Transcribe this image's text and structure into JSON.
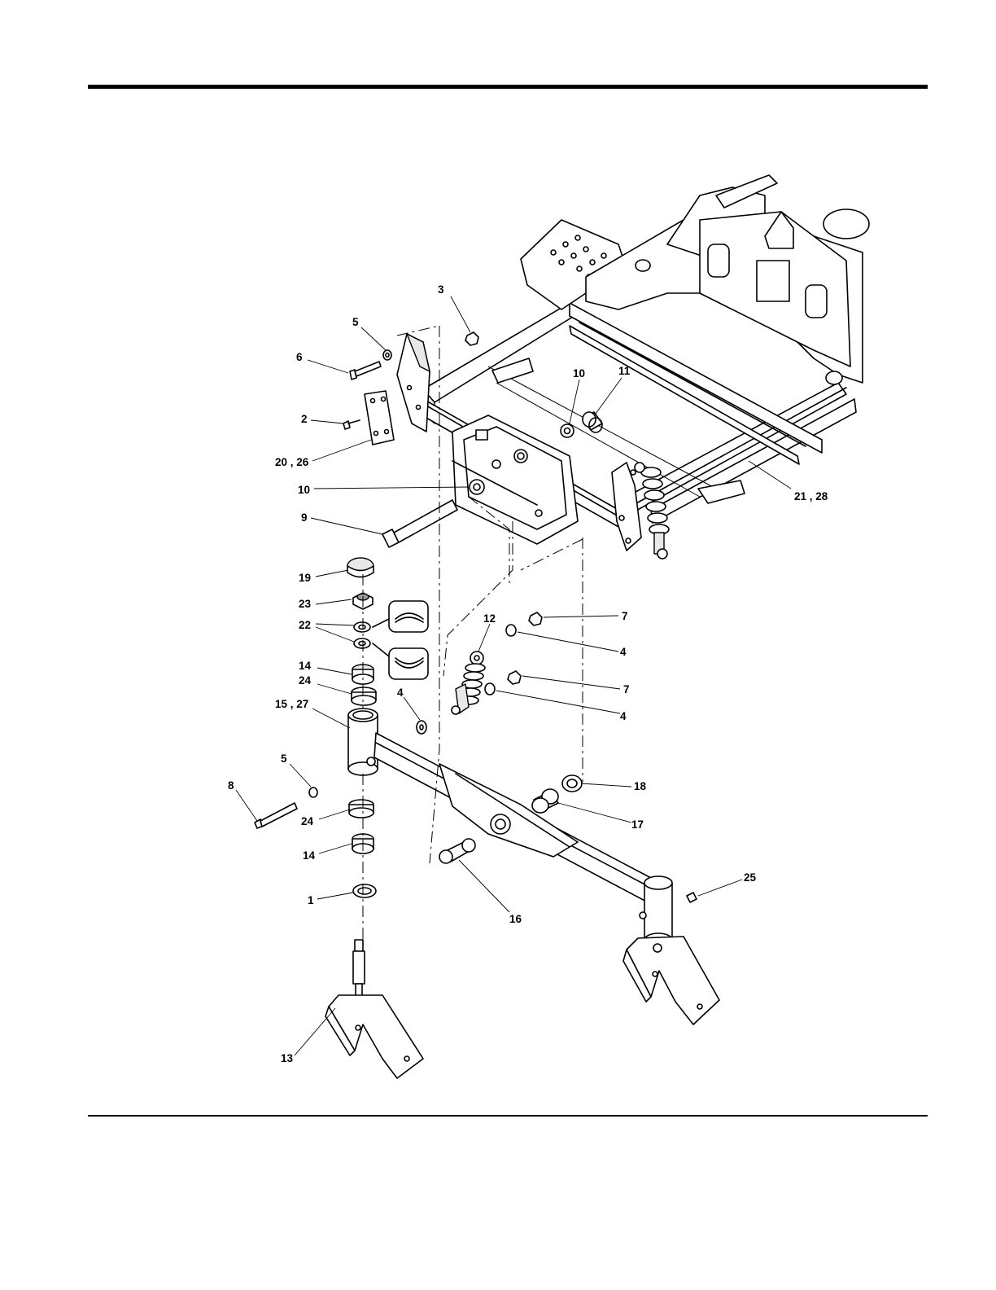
{
  "callouts": [
    {
      "id": "c3",
      "text": "3"
    },
    {
      "id": "c5a",
      "text": "5"
    },
    {
      "id": "c6",
      "text": "6"
    },
    {
      "id": "c2",
      "text": "2"
    },
    {
      "id": "c2026",
      "text": "20 , 26"
    },
    {
      "id": "c10a",
      "text": "10"
    },
    {
      "id": "c11",
      "text": "11"
    },
    {
      "id": "c10b",
      "text": "10"
    },
    {
      "id": "c9",
      "text": "9"
    },
    {
      "id": "c2128",
      "text": "21 , 28"
    },
    {
      "id": "c19",
      "text": "19"
    },
    {
      "id": "c23",
      "text": "23"
    },
    {
      "id": "c22",
      "text": "22"
    },
    {
      "id": "c12",
      "text": "12"
    },
    {
      "id": "c7a",
      "text": "7"
    },
    {
      "id": "c4a",
      "text": "4"
    },
    {
      "id": "c14a",
      "text": "14"
    },
    {
      "id": "c24a",
      "text": "24"
    },
    {
      "id": "c7b",
      "text": "7"
    },
    {
      "id": "c1527",
      "text": "15 , 27"
    },
    {
      "id": "c4b",
      "text": "4"
    },
    {
      "id": "c4c",
      "text": "4"
    },
    {
      "id": "c5b",
      "text": "5"
    },
    {
      "id": "c8",
      "text": "8"
    },
    {
      "id": "c18",
      "text": "18"
    },
    {
      "id": "c24b",
      "text": "24"
    },
    {
      "id": "c17",
      "text": "17"
    },
    {
      "id": "c14b",
      "text": "14"
    },
    {
      "id": "c25",
      "text": "25"
    },
    {
      "id": "c1",
      "text": "1"
    },
    {
      "id": "c16",
      "text": "16"
    },
    {
      "id": "c13",
      "text": "13"
    }
  ]
}
